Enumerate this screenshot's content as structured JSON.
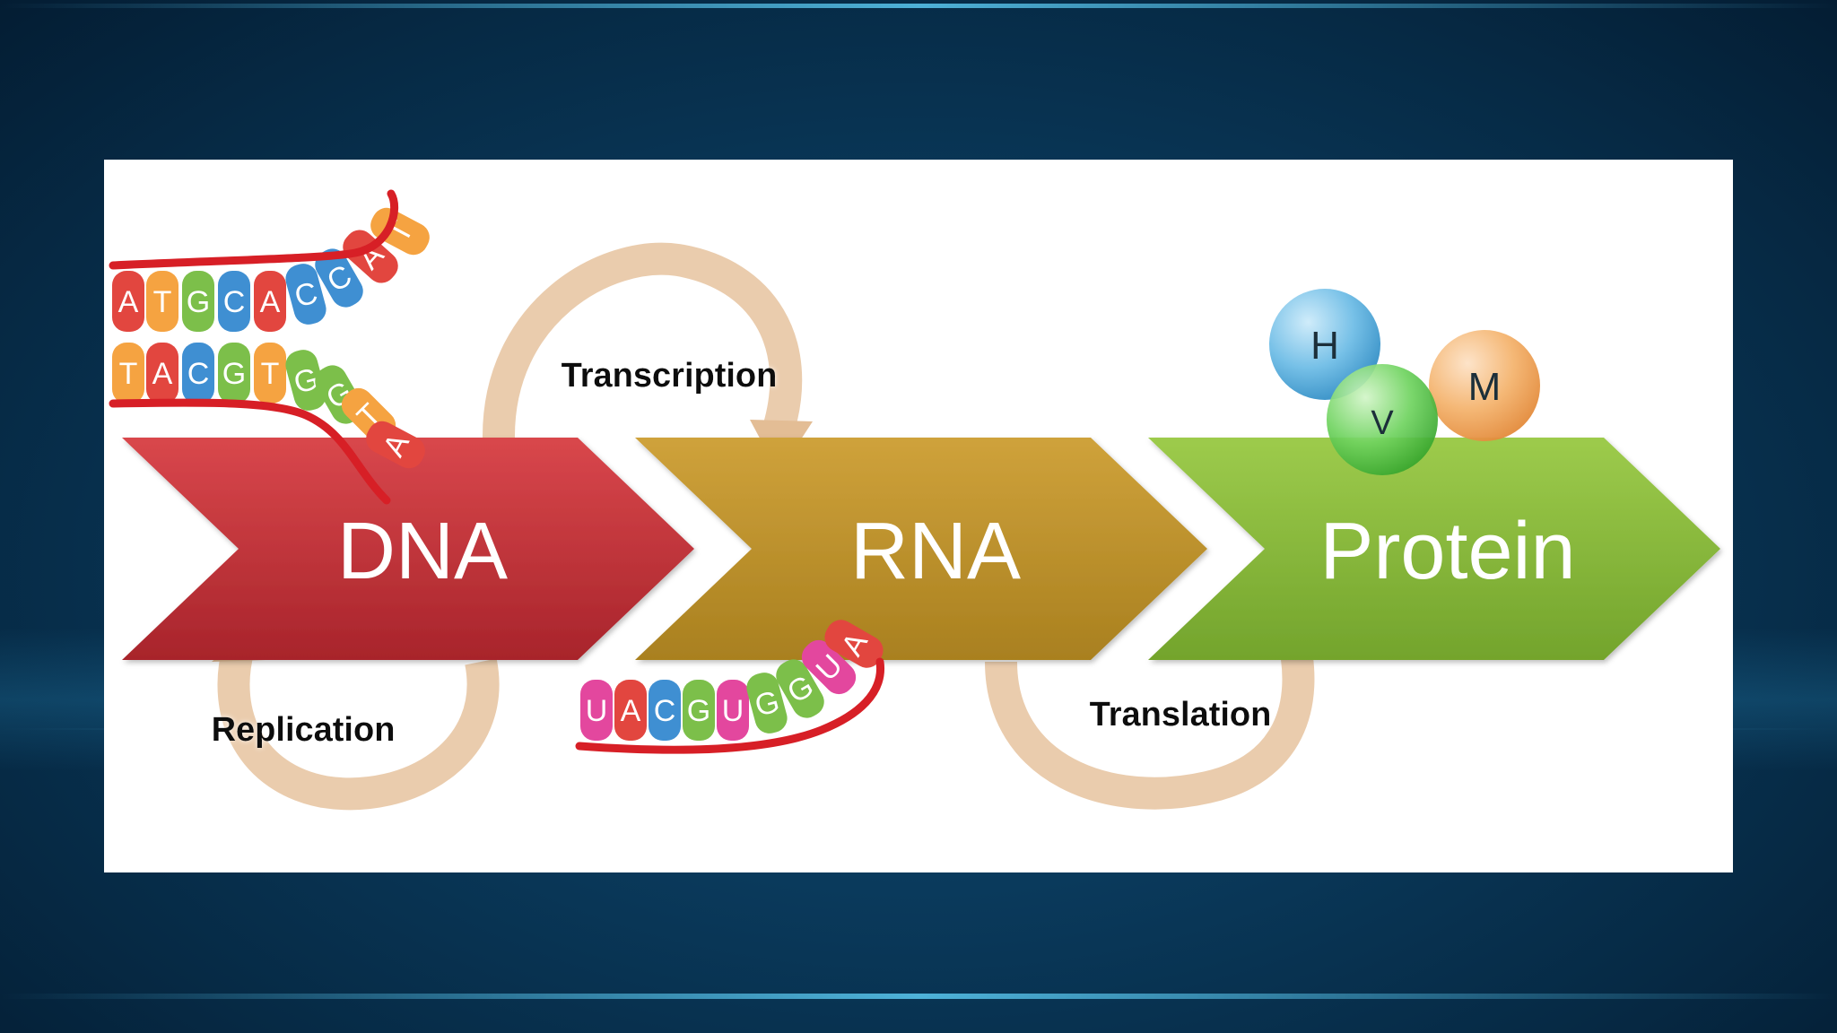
{
  "diagram": {
    "stages": [
      {
        "label": "DNA",
        "color": "#c6353c"
      },
      {
        "label": "RNA",
        "color": "#bf922e"
      },
      {
        "label": "Protein",
        "color": "#8cbb3a"
      }
    ],
    "processes": {
      "replication": "Replication",
      "transcription": "Transcription",
      "translation": "Translation"
    },
    "dna_strand_top": [
      "A",
      "T",
      "G",
      "C",
      "A",
      "C",
      "C",
      "A",
      "T"
    ],
    "dna_strand_bottom": [
      "T",
      "A",
      "C",
      "G",
      "T",
      "G",
      "G",
      "T",
      "A"
    ],
    "rna_strand": [
      "U",
      "A",
      "C",
      "G",
      "U",
      "G",
      "G",
      "U",
      "A"
    ],
    "amino_acids": [
      "H",
      "V",
      "M"
    ],
    "base_colors": {
      "A": "#e2463f",
      "T": "#f5a341",
      "G": "#7cbf4a",
      "C": "#3f8fd2",
      "U": "#e3479e"
    },
    "amino_colors": {
      "H": "#4ba6d8",
      "V": "#52c24a",
      "M": "#f1a55a"
    },
    "arrow_color": "#e8c8a6",
    "strand_color": "#d71f26"
  }
}
